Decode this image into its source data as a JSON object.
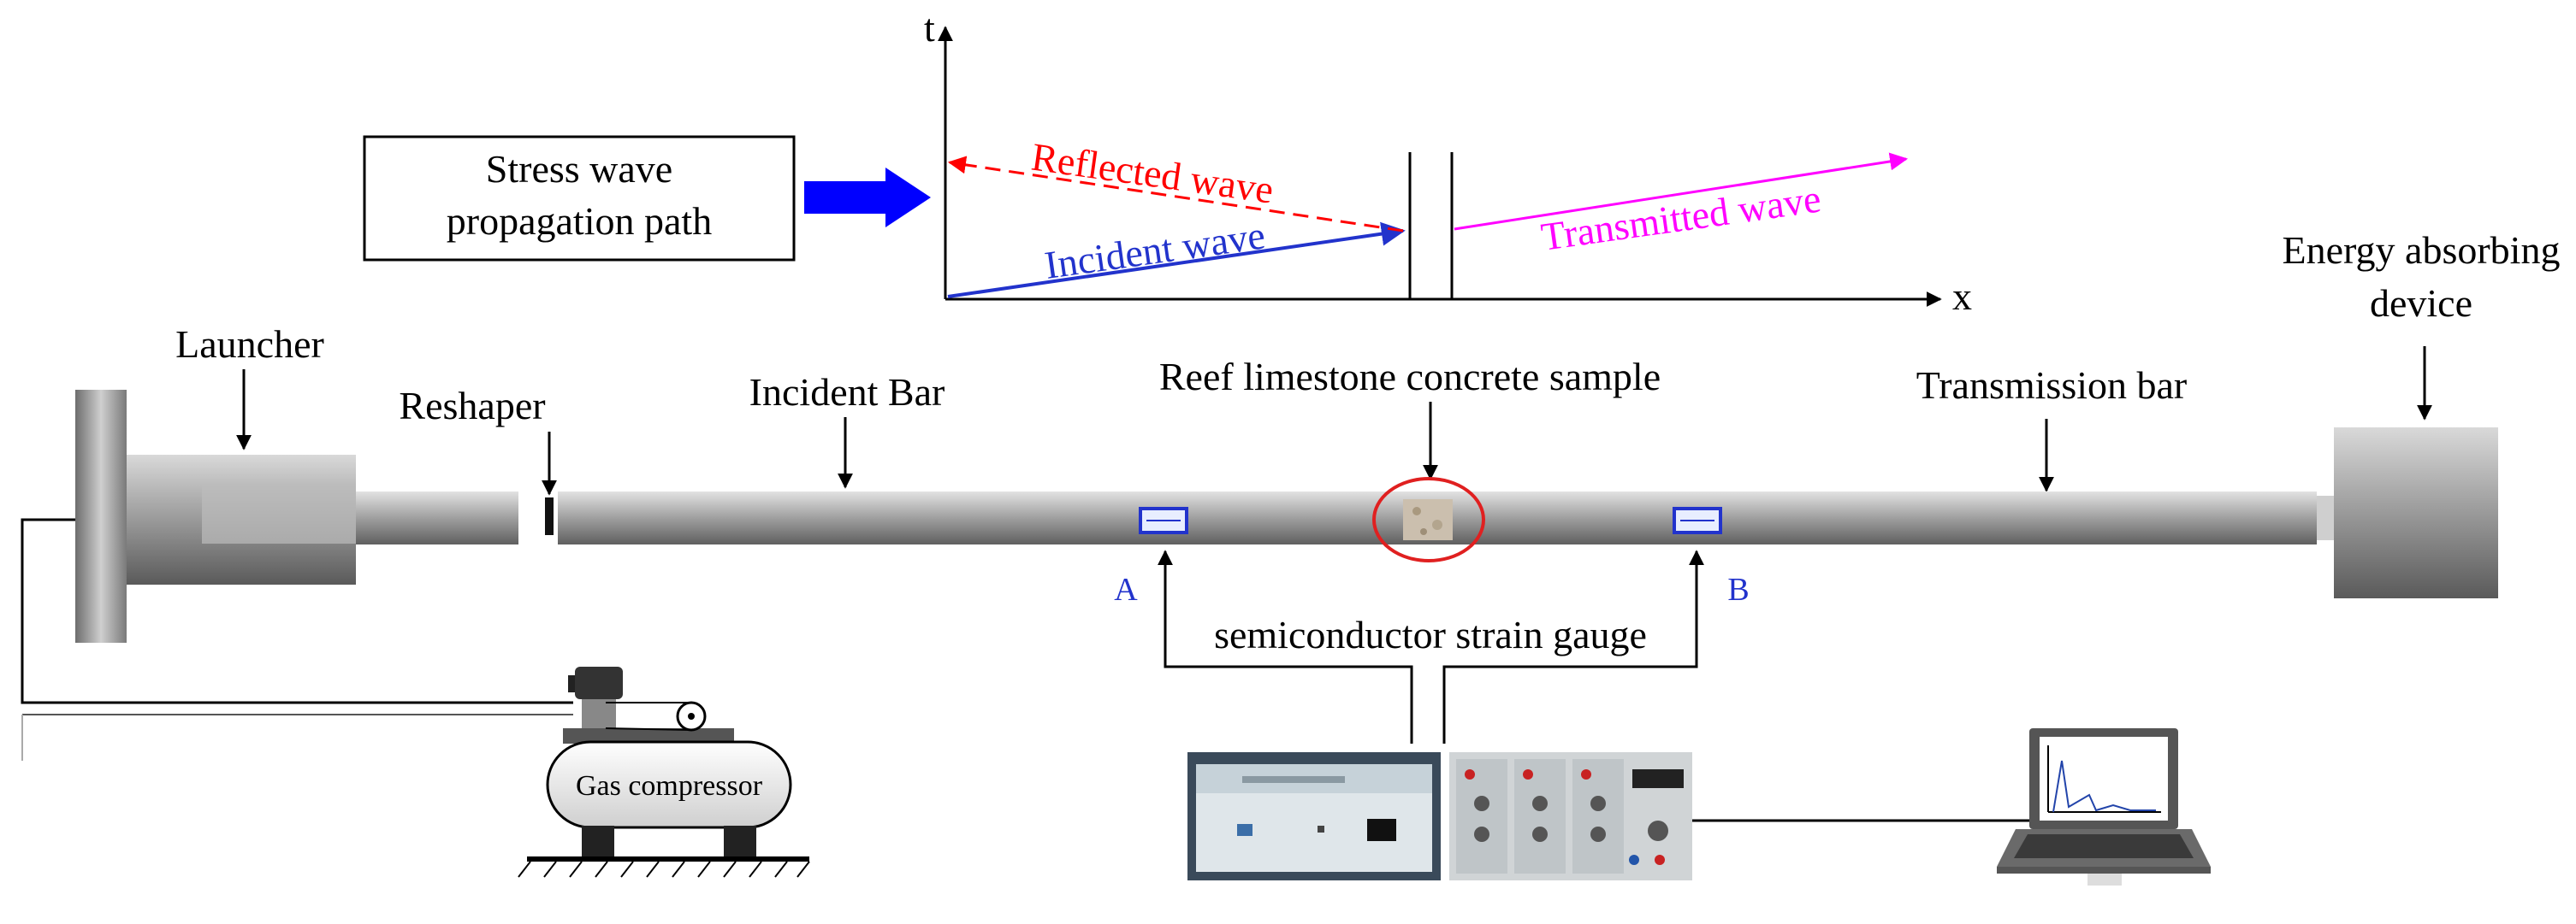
{
  "path_box": {
    "line1": "Stress wave",
    "line2": "propagation path"
  },
  "plot": {
    "t_axis_label": "t",
    "x_axis_label": "x",
    "reflected_label": "Reflected wave",
    "incident_label": "Incident wave",
    "transmitted_label": "Transmitted wave",
    "colors": {
      "reflected": "#ff0000",
      "incident": "#2233cc",
      "transmitted": "#ff00ff",
      "arrow": "#0000ff"
    }
  },
  "labels": {
    "launcher": "Launcher",
    "reshaper": "Reshaper",
    "incident_bar": "Incident Bar",
    "sample": "Reef limestone concrete sample",
    "transmission_bar": "Transmission bar",
    "energy_line1": "Energy absorbing",
    "energy_line2": "device",
    "gauge_a": "A",
    "gauge_b": "B",
    "strain_gauge": "semiconductor strain gauge",
    "gas_compressor": "Gas compressor"
  }
}
